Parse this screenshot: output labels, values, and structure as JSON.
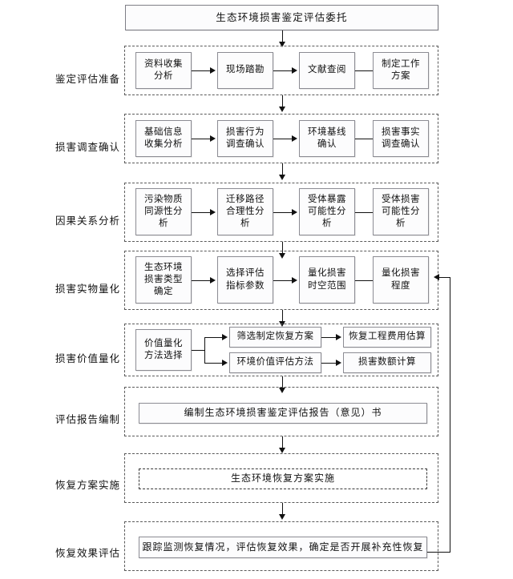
{
  "diagram": {
    "title_box": "生态环境损害鉴定评估委托",
    "stages": [
      {
        "label": "鉴定评估准备",
        "nodes": [
          "资料收集\n分析",
          "现场踏勘",
          "文献查阅",
          "制定工作\n方案"
        ]
      },
      {
        "label": "损害调查确认",
        "nodes": [
          "基础信息\n收集分析",
          "损害行为\n调查确认",
          "环境基线\n确认",
          "损害事实\n调查确认"
        ]
      },
      {
        "label": "因果关系分析",
        "nodes": [
          "污染物质\n同源性分\n析",
          "迁移路径\n合理性分\n析",
          "受体暴露\n可能性分\n析",
          "受体损害\n可能性分\n析"
        ]
      },
      {
        "label": "损害实物量化",
        "nodes": [
          "生态环境\n损害类型\n确定",
          "选择评估\n指标参数",
          "量化损害\n时空范围",
          "量化损害\n程度"
        ]
      },
      {
        "label": "损害价值量化",
        "nodes": [
          "价值量化\n方法选择",
          "筛选制定恢复方案",
          "恢复工程费用估算",
          "环境价值评估方法",
          "损害数额计算"
        ]
      },
      {
        "label": "评估报告编制",
        "nodes": [
          "编制生态环境损害鉴定评估报告（意见）书"
        ]
      },
      {
        "label": "恢复方案实施",
        "nodes": [
          "生态环境恢复方案实施"
        ]
      },
      {
        "label": "恢复效果评估",
        "nodes": [
          "跟踪监测恢复情况，评估恢复效果，确定是否开展补充性恢复"
        ]
      }
    ]
  },
  "colors": {
    "line": "#111111",
    "group_border": "#5a5a5a",
    "node_border": "#8c8c93",
    "node_fill": "#fcfcfd",
    "background": "#ffffff"
  }
}
